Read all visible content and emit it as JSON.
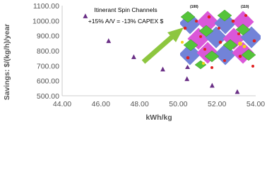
{
  "chart_data": {
    "type": "scatter",
    "xlabel": "kWh/kg",
    "ylabel": "Savings: $/(kg/h)/year",
    "xlim": [
      44.0,
      54.0
    ],
    "ylim": [
      500.0,
      1100.0
    ],
    "x_ticks": [
      "44.00",
      "46.00",
      "48.00",
      "50.00",
      "52.00",
      "54.00"
    ],
    "y_ticks": [
      "500.00",
      "600.00",
      "700.00",
      "800.00",
      "900.00",
      "1000.00",
      "1100.00"
    ],
    "grid": false,
    "legend": "none",
    "marker": "triangle",
    "marker_color": "#6a2f86",
    "series": [
      {
        "points": [
          {
            "x": 45.2,
            "y": 1032
          },
          {
            "x": 46.4,
            "y": 867
          },
          {
            "x": 47.7,
            "y": 760
          },
          {
            "x": 49.2,
            "y": 678
          },
          {
            "x": 50.45,
            "y": 614
          },
          {
            "x": 51.75,
            "y": 570
          },
          {
            "x": 53.05,
            "y": 528
          }
        ]
      }
    ],
    "annotations": {
      "inset_title": "Itinerant Spin Channels",
      "inset_subtitle": "+15% A/V = -13% CAPEX $",
      "arrow_color": "#8dc63f",
      "miller_left": "(100)",
      "miller_right": "(110)"
    }
  }
}
